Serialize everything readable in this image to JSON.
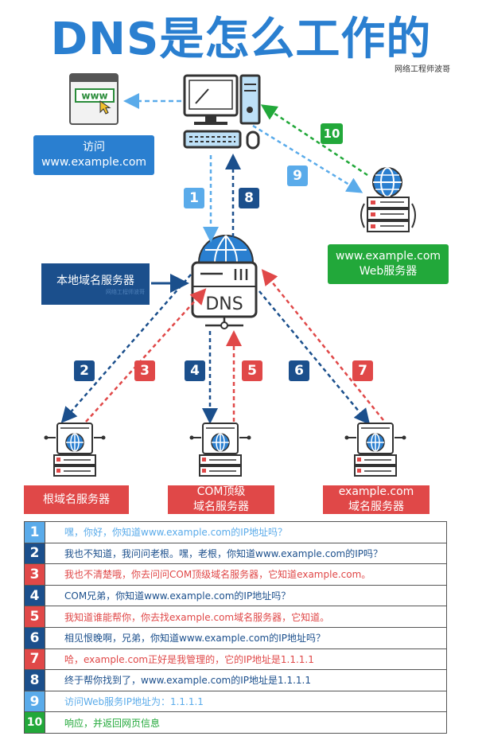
{
  "title": "DNS是怎么工作的",
  "watermark": "网络工程师波哥",
  "labels": {
    "visit": [
      "访问",
      "www.example.com"
    ],
    "web_server": [
      "www.example.com",
      "Web服务器"
    ],
    "local_dns": "本地域名服务器",
    "local_dns_watermark": "网络工程师波哥",
    "dns": "DNS",
    "root": "根域名服务器",
    "com": [
      "COM顶级",
      "域名服务器"
    ],
    "example": [
      "example.com",
      "域名服务器"
    ],
    "www_icon": "www"
  },
  "colors": {
    "blue": "#2a7fd0",
    "lightblue": "#5aabea",
    "navy": "#1b4f8c",
    "red": "#e04848",
    "green": "#22a83a"
  },
  "steps": [
    {
      "n": "1",
      "text": "嘿，你好，你知道www.example.com的IP地址吗？",
      "color": "#5aabea"
    },
    {
      "n": "2",
      "text": "我也不知道，我问问老根。嘿，老根，你知道www.example.com的IP吗？",
      "color": "#1b4f8c"
    },
    {
      "n": "3",
      "text": "我也不清楚哦，你去问问COM顶级域名服务器，它知道example.com。",
      "color": "#e04848"
    },
    {
      "n": "4",
      "text": "COM兄弟，你知道www.example.com的IP地址吗？",
      "color": "#1b4f8c"
    },
    {
      "n": "5",
      "text": "我知道谁能帮你，你去找example.com域名服务器，它知道。",
      "color": "#e04848"
    },
    {
      "n": "6",
      "text": "相见恨晚啊，兄弟，你知道www.example.com的IP地址吗？",
      "color": "#1b4f8c"
    },
    {
      "n": "7",
      "text": "哈，example.com正好是我管理的，它的IP地址是1.1.1.1",
      "color": "#e04848"
    },
    {
      "n": "8",
      "text": "终于帮你找到了，www.example.com的IP地址是1.1.1.1",
      "color": "#1b4f8c"
    },
    {
      "n": "9",
      "text": "访问Web服务IP地址为：1.1.1.1",
      "color": "#5aabea"
    },
    {
      "n": "10",
      "text": "响应，并返回网页信息",
      "color": "#22a83a"
    }
  ]
}
